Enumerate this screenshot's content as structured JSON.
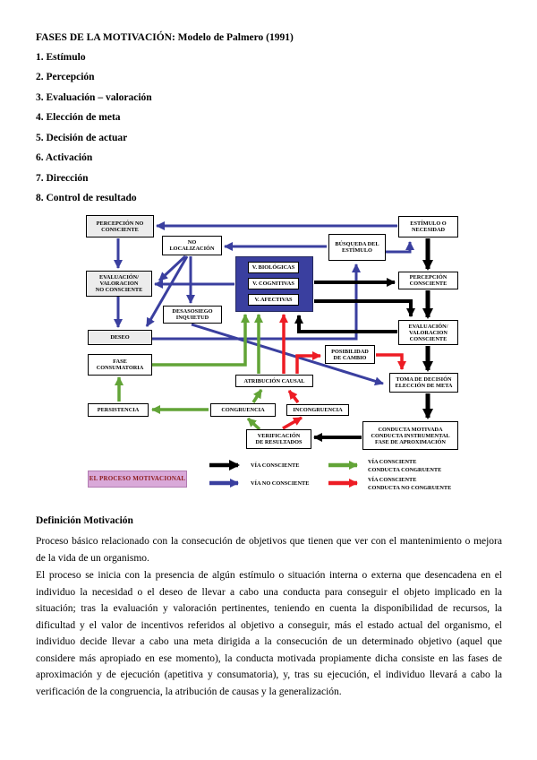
{
  "colors": {
    "blue": "#3a3f9f",
    "green": "#62a437",
    "red": "#ed1c24",
    "black": "#000000",
    "box_gray": "#ececec",
    "process_pink": "#d9a9d9",
    "process_text": "#8b1a1a"
  },
  "doc": {
    "title": "FASES DE LA MOTIVACIÓN: Modelo de Palmero (1991)",
    "phases": [
      "1. Estímulo",
      "2. Percepción",
      "3. Evaluación – valoración",
      "4. Elección de meta",
      "5. Decisión de actuar",
      "6. Activación",
      "7. Dirección",
      "8. Control de resultado"
    ],
    "definition": {
      "heading": "Definición Motivación",
      "para1": "Proceso básico relacionado con la consecución de objetivos que tienen que ver con el mantenimiento o mejora de la vida de un organismo.",
      "para2": "El proceso se inicia con la presencia de algún estímulo o situación interna o externa que desencadena en el individuo la necesidad o el deseo de llevar a cabo una conducta para conseguir el objeto implicado en la situación; tras la evaluación y valoración pertinentes, teniendo en cuenta la disponibilidad de recursos, la dificultad y el valor de incentivos referidos al objetivo a conseguir, más el estado actual del organismo, el individuo decide llevar a cabo una meta dirigida a la consecución de un determinado objetivo (aquel que considere más apropiado en ese momento), la conducta motivada propiamente dicha consiste en las fases de aproximación y de ejecución (apetitiva y consumatoria), y, tras su ejecución, el individuo llevará a cabo la verificación de la congruencia, la atribución de causas y la generalización."
    }
  },
  "diagram": {
    "boxes": {
      "percepcion_no_consciente": {
        "lines": [
          "PERCEPCIÓN NO",
          "CONSCIENTE"
        ]
      },
      "no_localizacion": {
        "lines": [
          "NO",
          "LOCALIZACIÓN"
        ]
      },
      "estimulo_o_necesidad": {
        "lines": [
          "ESTÍMULO O",
          "NECESIDAD"
        ]
      },
      "busqueda_del_estimulo": {
        "lines": [
          "BÚSQUEDA DEL",
          "ESTÍMULO"
        ]
      },
      "v_biologicas": {
        "lines": [
          "V. BIOLÓGICAS"
        ]
      },
      "v_cognitivas": {
        "lines": [
          "V. COGNITIVAS"
        ]
      },
      "v_afectivas": {
        "lines": [
          "V. AFECTIVAS"
        ]
      },
      "percepcion_consciente": {
        "lines": [
          "PERCEPCIÓN",
          "CONSCIENTE"
        ]
      },
      "evaluacion_no_consciente": {
        "lines": [
          "EVALUACIÓN/",
          "VALORACION",
          "NO CONSCIENTE"
        ]
      },
      "desasosiego_inquietud": {
        "lines": [
          "DESASOSIEGO",
          "INQUIETUD"
        ]
      },
      "evaluacion_consciente": {
        "lines": [
          "EVALUACIÓN/",
          "VALORACION",
          "CONSCIENTE"
        ]
      },
      "deseo": {
        "lines": [
          "DESEO"
        ]
      },
      "posibilidad_de_cambio": {
        "lines": [
          "POSIBILIDAD",
          "DE CAMBIO"
        ]
      },
      "fase_consumatoria": {
        "lines": [
          "FASE",
          "CONSUMATORIA"
        ]
      },
      "toma_de_decision": {
        "lines": [
          "TOMA DE DECISIÓN",
          "ELECCIÓN DE META"
        ]
      },
      "atribucion_causal": {
        "lines": [
          "ATRIBUCIÓN CAUSAL"
        ]
      },
      "congruencia": {
        "lines": [
          "CONGRUENCIA"
        ]
      },
      "incongruencia": {
        "lines": [
          "INCONGRUENCIA"
        ]
      },
      "persistencia": {
        "lines": [
          "PERSISTENCIA"
        ]
      },
      "verificacion_de_resultados": {
        "lines": [
          "VERIFICACIÓN",
          "DE RESULTADOS"
        ]
      },
      "conducta_motivada": {
        "lines": [
          "CONDUCTA MOTIVADA",
          "CONDUCTA INSTRUMENTAL",
          "FASE DE APROXIMACIÓN"
        ]
      }
    },
    "process_label": "EL PROCESO MOTIVACIONAL",
    "legend": {
      "items": [
        {
          "name": "via-consciente",
          "color": "#000000",
          "lines": [
            "VÍA CONSCIENTE"
          ]
        },
        {
          "name": "via-no-consciente",
          "color": "#3a3f9f",
          "lines": [
            "VÍA NO CONSCIENTE"
          ]
        },
        {
          "name": "via-consciente-conducta-congruente",
          "color": "#62a437",
          "lines": [
            "VÍA CONSCIENTE",
            "CONDUCTA CONGRUENTE"
          ]
        },
        {
          "name": "via-consciente-conducta-no-congruente",
          "color": "#ed1c24",
          "lines": [
            "VÍA CONSCIENTE",
            "CONDUCTA NO CONGRUENTE"
          ]
        }
      ]
    }
  }
}
